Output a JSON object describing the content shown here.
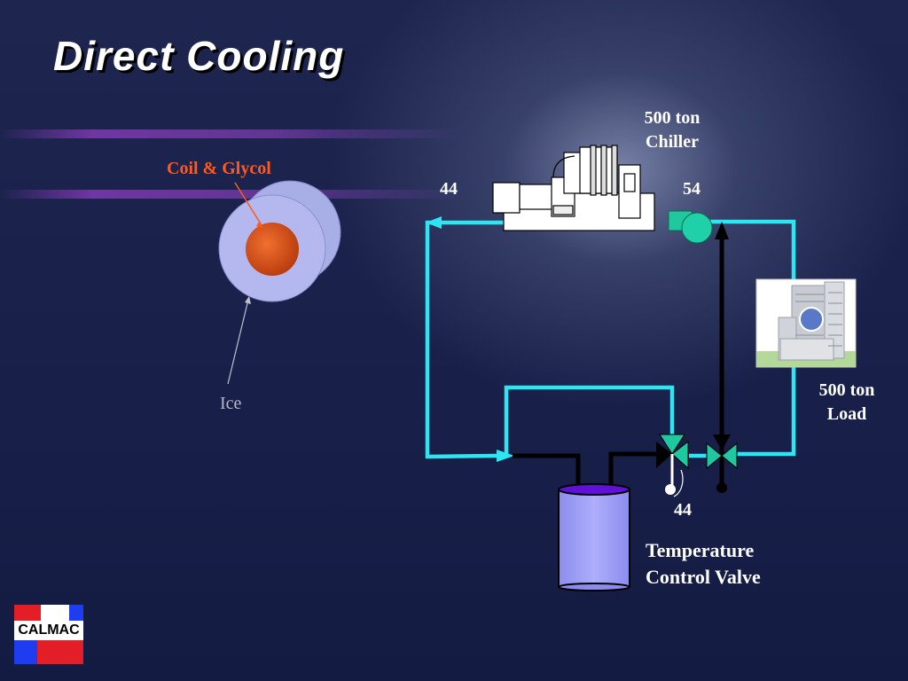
{
  "title": "Direct Cooling",
  "coil_label": "Coil  & Glycol",
  "ice_label": "Ice",
  "chiller": {
    "line1": "500 ton",
    "line2": "Chiller"
  },
  "load": {
    "line1": "500 ton",
    "line2": "Load"
  },
  "temps": {
    "chiller_out": "44",
    "chiller_in": "54",
    "valve_out": "44"
  },
  "valve": {
    "line1": "Temperature",
    "line2": "Control Valve"
  },
  "logo_text": "CALMAC",
  "colors": {
    "pipe": "#2ee6f2",
    "coil": "#d64a12",
    "ice": "#b0b4ea",
    "tank": "#9c9cf6",
    "tank_top": "#6010d8",
    "valve": "#20c8a0",
    "logo_red": "#e41e26",
    "logo_blue": "#1e3cf0"
  }
}
